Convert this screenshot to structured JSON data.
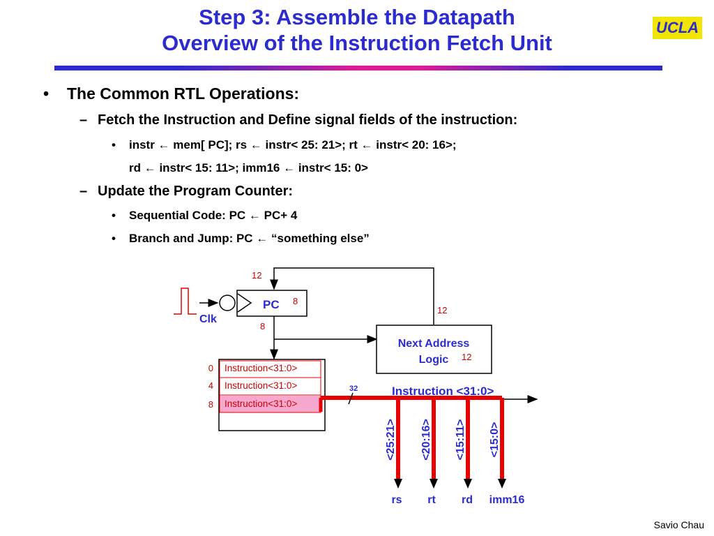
{
  "slide": {
    "title_line1": "Step 3: Assemble the Datapath",
    "title_line2": "Overview of the Instruction Fetch Unit",
    "logo": "UCLA",
    "footer": "Savio Chau"
  },
  "bullets": {
    "b1": "The Common RTL Operations:",
    "b1_1": "Fetch the Instruction and Define signal fields of the instruction:",
    "b1_1_1a": "instr ← mem[ PC]; rs ← instr< 25: 21>; rt ← instr< 20: 16>;",
    "b1_1_1b": "rd ← instr< 15: 11>; imm16 ← instr< 15: 0>",
    "b1_2": "Update the Program Counter:",
    "b1_2_1": "Sequential Code: PC ← PC+ 4",
    "b1_2_2": "Branch and Jump: PC ← “something else”"
  },
  "diagram": {
    "pc_label": "PC",
    "clk_label": "Clk",
    "next_addr_line1": "Next Address",
    "next_addr_line2": "Logic",
    "bus_label": "Instruction <31:0>",
    "bus_width": "32",
    "annot_12_top": "12",
    "annot_8_pc": "8",
    "annot_8_out": "8",
    "annot_12_right": "12",
    "annot_12_logic": "12",
    "memory_rows": [
      {
        "addr": "0",
        "content": "Instruction<31:0>"
      },
      {
        "addr": "4",
        "content": "Instruction<31:0>"
      },
      {
        "addr": "8",
        "content": "Instruction<31:0>"
      }
    ],
    "fields": [
      {
        "range": "<25:21>",
        "name": "rs"
      },
      {
        "range": "<20:16>",
        "name": "rt"
      },
      {
        "range": "<15:11>",
        "name": "rd"
      },
      {
        "range": "<15:0>",
        "name": "imm16"
      }
    ]
  },
  "colors": {
    "title": "#2b2bd0",
    "bus_red": "#e60000",
    "annot_red": "#cc0000",
    "highlight": "#f7a8cf",
    "label_blue": "#2b2bd0"
  }
}
